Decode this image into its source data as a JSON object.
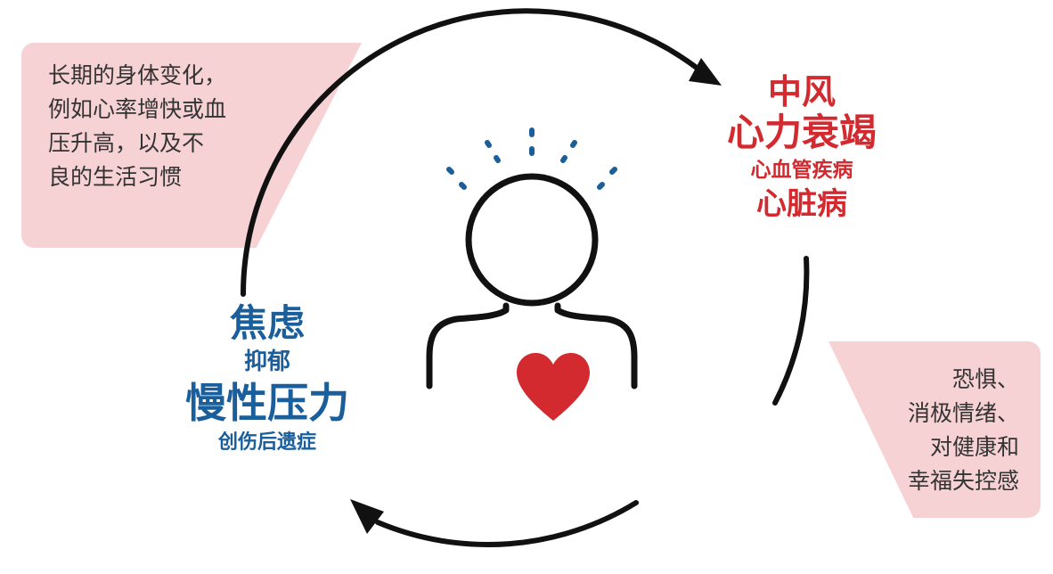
{
  "colors": {
    "accent_red": "#d22a2f",
    "accent_blue": "#1a5e9b",
    "callout_bg": "#f6d2d5",
    "cycle_line": "#111111",
    "head_ray_blue": "#1a5e9b",
    "heart_red": "#d22a2f"
  },
  "icons": [
    "person-outline-icon",
    "heart-icon",
    "radiating-lines-icon",
    "cycle-arrow-icon"
  ],
  "top_left_callout": {
    "lines": [
      "长期的身体变化，",
      "例如心率增快或血",
      "压升高，以及不",
      "良的生活习惯"
    ]
  },
  "bottom_right_callout": {
    "lines": [
      "恐惧、",
      "消极情绪、",
      "对健康和",
      "幸福失控感"
    ]
  },
  "cardio_outcomes": {
    "stroke": "中风",
    "heart_failure": "心力衰竭",
    "cardiovascular_disease": "心血管疾病",
    "heart_disease": "心脏病"
  },
  "mental_health": {
    "anxiety": "焦虑",
    "depression": "抑郁",
    "chronic_stress": "慢性压力",
    "ptsd": "创伤后遗症"
  }
}
